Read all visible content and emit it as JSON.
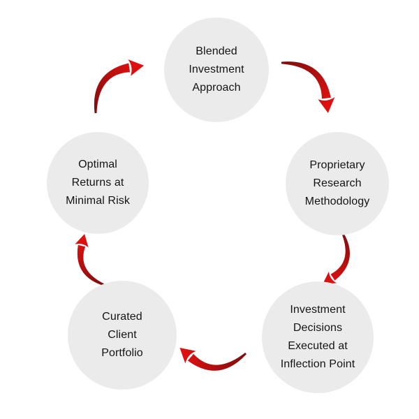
{
  "diagram": {
    "type": "cycle",
    "direction": "clockwise",
    "nodes": [
      {
        "id": "blended-investment-approach",
        "label": "Blended Investment Approach",
        "lines": [
          "Blended",
          "Investment",
          "Approach"
        ]
      },
      {
        "id": "proprietary-research-methodology",
        "label": "Proprietary Research Methodology",
        "lines": [
          "Proprietary",
          "Research",
          "Methodology"
        ]
      },
      {
        "id": "investment-decisions-executed-at-inflection-point",
        "label": "Investment Decisions Executed at Inflection Point",
        "lines": [
          "Investment",
          "Decisions",
          "Executed at",
          "Inflection Point"
        ]
      },
      {
        "id": "curated-client-portfolio",
        "label": "Curated Client Portfolio",
        "lines": [
          "Curated",
          "Client",
          "Portfolio"
        ]
      },
      {
        "id": "optimal-returns-at-minimal-risk",
        "label": "Optimal Returns at Minimal Risk",
        "lines": [
          "Optimal",
          "Returns at",
          "Minimal Risk"
        ]
      }
    ],
    "edges": [
      {
        "from": "blended-investment-approach",
        "to": "proprietary-research-methodology"
      },
      {
        "from": "proprietary-research-methodology",
        "to": "investment-decisions-executed-at-inflection-point"
      },
      {
        "from": "investment-decisions-executed-at-inflection-point",
        "to": "curated-client-portfolio"
      },
      {
        "from": "curated-client-portfolio",
        "to": "optimal-returns-at-minimal-risk"
      },
      {
        "from": "optimal-returns-at-minimal-risk",
        "to": "blended-investment-approach"
      }
    ],
    "colors": {
      "node_fill": "#ebebeb",
      "text": "#141414",
      "arrow_tail": "#7d0d0d",
      "arrow_head": "#e01010"
    }
  }
}
